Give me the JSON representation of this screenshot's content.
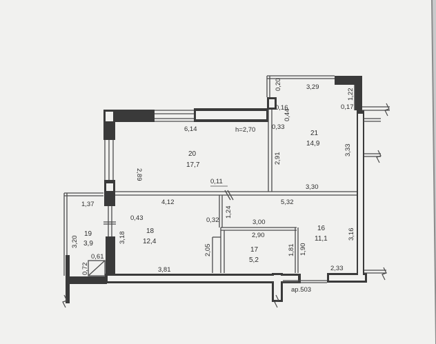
{
  "plan": {
    "ceiling_height": "h=2,70",
    "apartment_label": "ар.503",
    "colors": {
      "paper": "#f1f1ef",
      "wall": "#3a3a3a",
      "line": "#4a4a4a",
      "text": "#2e2e2e",
      "background": "#c9cacb"
    },
    "rooms": [
      {
        "number": "20",
        "area": "17,7"
      },
      {
        "number": "21",
        "area": "14,9"
      },
      {
        "number": "18",
        "area": "12,4"
      },
      {
        "number": "19",
        "area": "3,9"
      },
      {
        "number": "17",
        "area": "5,2"
      },
      {
        "number": "16",
        "area": "11,1"
      }
    ],
    "dimensions": {
      "d_6_14": "6,14",
      "d_2_89": "2,89",
      "d_3_29": "3,29",
      "d_0_20": "0,20",
      "d_0_16": "0,16",
      "d_0_44": "0,44",
      "d_0_33": "0,33",
      "d_1_22": "1,22",
      "d_0_17": "0,17",
      "d_2_91": "2,91",
      "d_3_33": "3,33",
      "d_0_11": "0,11",
      "d_3_30": "3,30",
      "d_4_12": "4,12",
      "d_5_32": "5,32",
      "d_1_37": "1,37",
      "d_0_43": "0,43",
      "d_0_32": "0,32",
      "d_1_24": "1,24",
      "d_3_00": "3,00",
      "d_2_90": "2,90",
      "d_3_18": "3,18",
      "d_3_20": "3,20",
      "d_2_05": "2,05",
      "d_1_81": "1,81",
      "d_1_90": "1,90",
      "d_3_16": "3,16",
      "d_0_61": "0,61",
      "d_0_72": "0,72",
      "d_3_81": "3,81",
      "d_2_33": "2,33"
    }
  }
}
